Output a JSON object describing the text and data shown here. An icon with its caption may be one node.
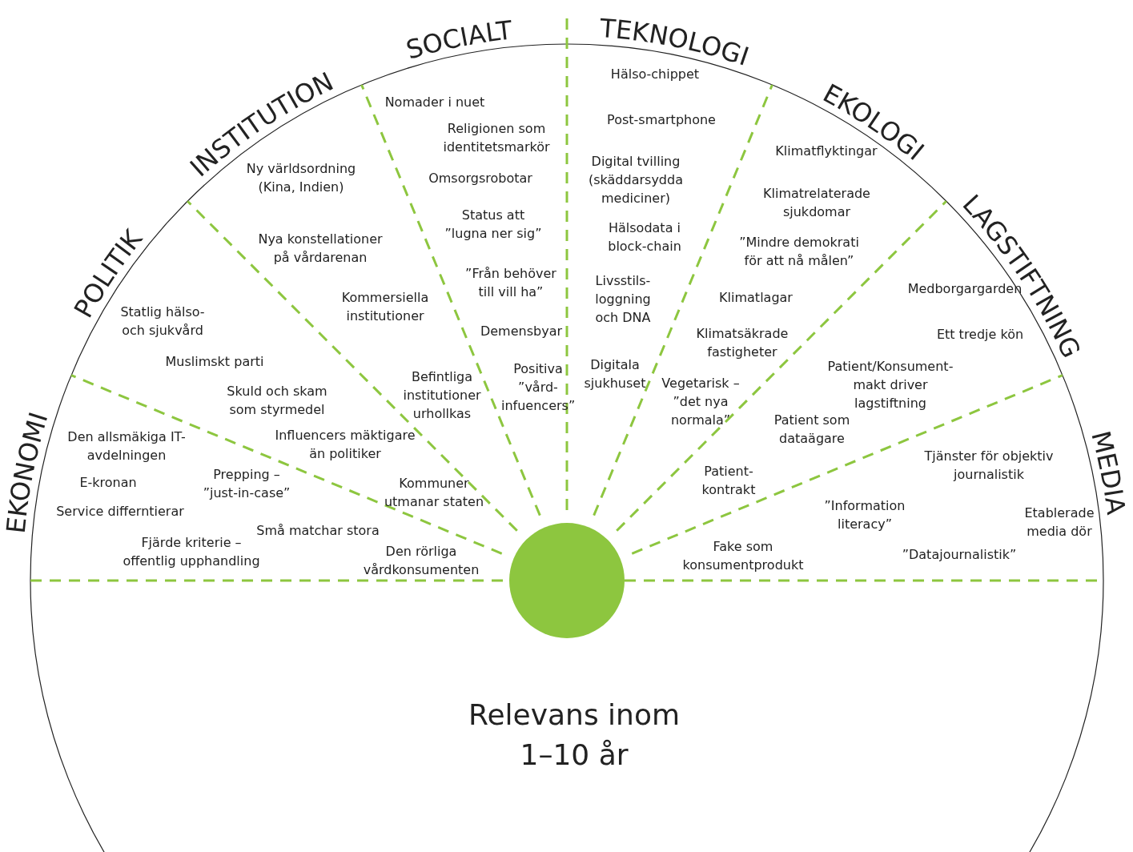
{
  "diagram": {
    "title": "Relevans inom 1–10 år",
    "nodes": [
      {
        "text": [
          "EKONOMI",
          "Den allsmäkiga IT-avdelningen",
          "E-kronan",
          "Prepping – ”just-in-case”",
          "Service differntierar",
          "Små matchar stora",
          "Fjärde kriterie – offentlig upphandling",
          "Den rörliga vårdkonsumenten"
        ]
      },
      {
        "text": [
          "POLITIK",
          "Statlig hälso- och sjukvård",
          "Muslimskt parti",
          "Skuld och skam som styrmedel",
          "Influencers mäktigare än politiker",
          "Kommuner utmanar staten"
        ]
      },
      {
        "text": [
          "INSTITUTION",
          "Ny världsordning (Kina, Indien)",
          "Nya konstellationer på vårdarenan",
          "Kommersiella institutioner",
          "Befintliga institutioner urhollkas"
        ]
      },
      {
        "text": [
          "SOCIALT",
          "Nomader i nuet",
          "Religionen som identitetsmarkör",
          "Omsorgsrobotar",
          "Status att ”lugna ner sig”",
          "”Från behöver till vill ha”",
          "Demensbyar",
          "Positiva ”vård-infuencers”"
        ]
      },
      {
        "text": [
          "TEKNOLOGI",
          "Hälso-chippet",
          "Post-smartphone",
          "Digital tvilling (skäddarsydda mediciner)",
          "Hälsodata i block-chain",
          "Livsstils-loggning och DNA",
          "Digitala sjukhuset"
        ]
      },
      {
        "text": [
          "EKOLOGI",
          "Klimatflyktingar",
          "Klimatrelaterade sjukdomar",
          "”Mindre demokrati för att nå målen”",
          "Klimatlagar",
          "Klimatsäkrade fastigheter",
          "Vegetarisk – ”det nya normala”"
        ]
      },
      {
        "text": [
          "LAGSTIFTNING",
          "Medborgargarden",
          "Ett tredje kön",
          "Patient/Konsument-makt driver lagstiftning",
          "Patient som dataägare",
          "Patient-kontrakt"
        ]
      },
      {
        "text": [
          "MEDIA",
          "Tjänster för objektiv journalistik",
          "”Information literacy”",
          "Etablerade media dör",
          "”Datajournalistik”",
          "Fake som konsumentprodukt"
        ]
      },
      {
        "text": [],
        "shape": "circle"
      }
    ]
  }
}
